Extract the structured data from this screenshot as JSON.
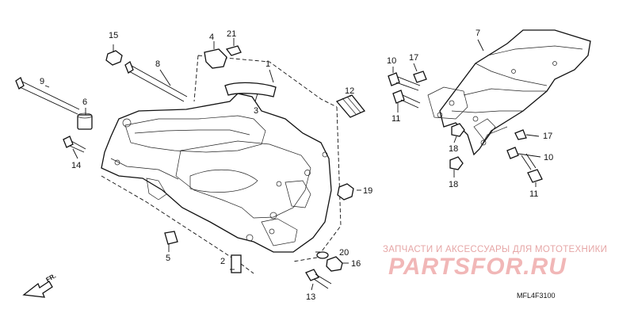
{
  "watermark": {
    "subtitle": "ЗАПЧАСТИ И АКСЕССУАРЫ ДЛЯ МОТОТЕХНИКИ",
    "brand": "PARTSFOR.RU"
  },
  "diagram_code": "MFL4F3100",
  "direction_indicator": "FR.",
  "callouts": [
    "1",
    "2",
    "3",
    "4",
    "5",
    "6",
    "7",
    "8",
    "9",
    "10",
    "10",
    "11",
    "11",
    "12",
    "13",
    "14",
    "15",
    "16",
    "17",
    "17",
    "18",
    "18",
    "19",
    "20",
    "21"
  ]
}
